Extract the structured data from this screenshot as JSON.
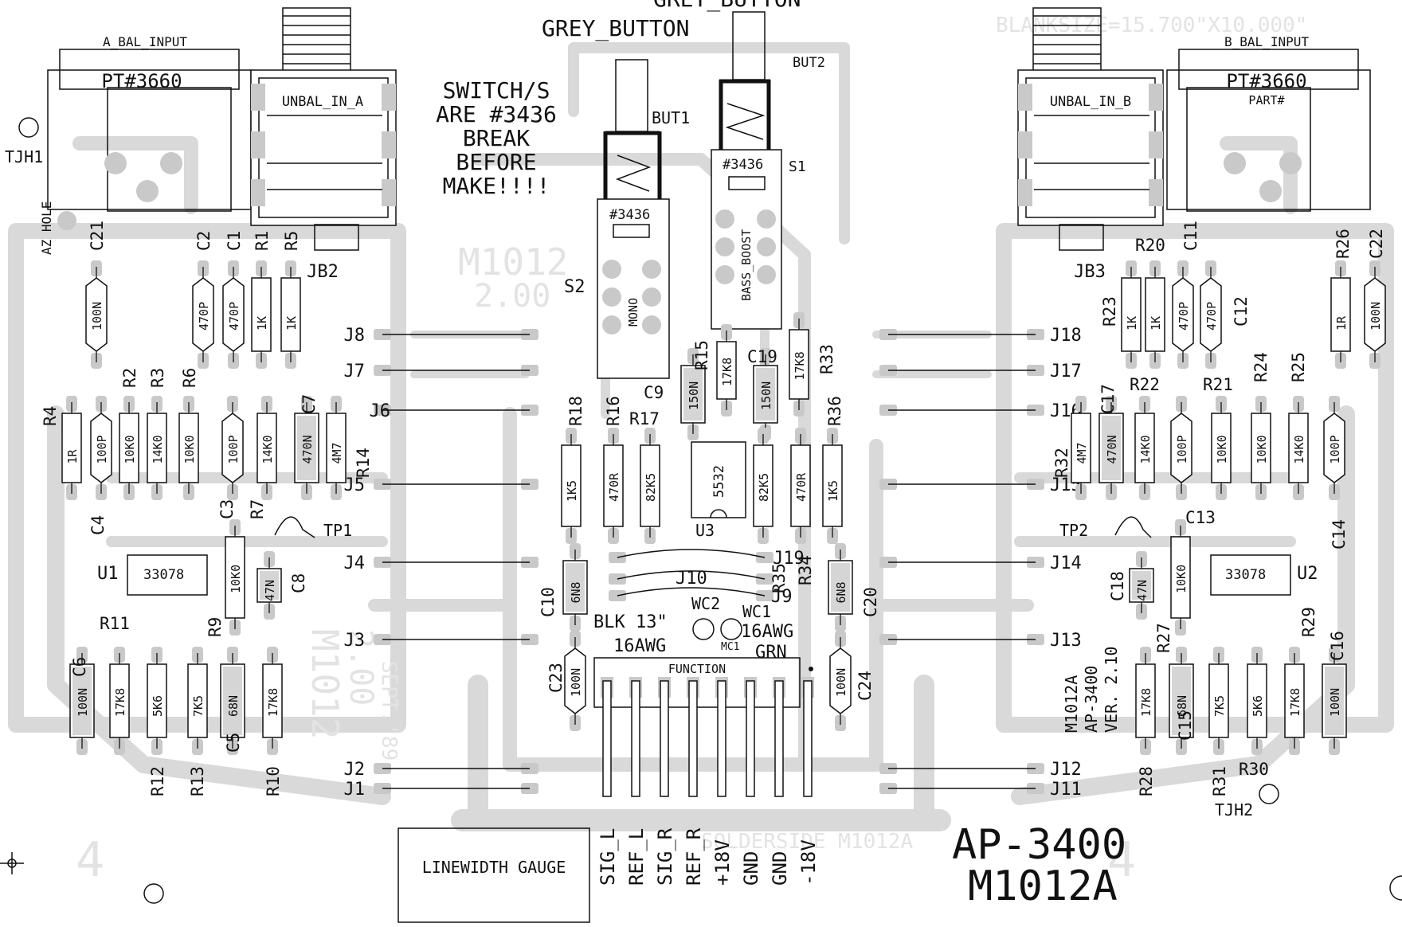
{
  "header": {
    "grey_button_top": "GREY_BUTTON",
    "grey_button": "GREY_BUTTON",
    "blank_size": "BLANKSIZE=15.700\"X10.000\""
  },
  "notes": {
    "switch_lines": [
      "SWITCH/S",
      "ARE #3436",
      "BREAK",
      "BEFORE",
      "MAKE!!!!"
    ],
    "wire_black": [
      "BLK 13\"",
      "16AWG"
    ],
    "wire_green": [
      "16AWG",
      "GRN"
    ],
    "revision": [
      "M1012A",
      "AP-3400",
      "VER. 2.10"
    ],
    "ghost_left": [
      "M1012",
      "2.00"
    ],
    "ghost_left_low": [
      "M1012",
      "2.00"
    ],
    "ghost_date": "SEPT.'89",
    "ghost_solderside": "SOLDERSIDE M1012A",
    "ghost_corner": "4"
  },
  "title": {
    "model": "AP-3400",
    "board": "M1012A"
  },
  "gauge": "LINEWIDTH GAUGE",
  "header_pins": {
    "label": "FUNCTION",
    "pins": [
      "SIG_L",
      "REF_L",
      "SIG_R",
      "REF_R",
      "+18V",
      "GND",
      "GND",
      "-18V"
    ]
  },
  "connectors": {
    "a_bal": "A_BAL_INPUT",
    "b_bal": "B_BAL_INPUT",
    "pt_a": "PT#3660",
    "pt_b": "PT#3660",
    "part_b": "PART#",
    "unbal_a": "UNBAL_IN_A",
    "unbal_b": "UNBAL_IN_B",
    "jb2": "JB2",
    "jb3": "JB3",
    "tjh1": "TJH1",
    "tjh2": "TJH2",
    "az_hole": "AZ HOLE"
  },
  "switches": {
    "s1_part": "#3436",
    "s1_name": "BASS_BOOST",
    "s1": "S1",
    "s2_part": "#3436",
    "s2_name": "MONO",
    "s2": "S2",
    "but1": "BUT1",
    "but2": "BUT2"
  },
  "ics": {
    "u1": "U1",
    "u1_part": "33078",
    "u2": "U2",
    "u2_part": "33078",
    "u3": "U3",
    "u3_part": "5532"
  },
  "test_points": {
    "tp1": "TP1",
    "tp2": "TP2"
  },
  "wire_caps": {
    "wc1": "WC1",
    "wc2": "WC2",
    "mc": "MC1"
  },
  "jumpers_left": [
    "J8",
    "J7",
    "J6",
    "J5",
    "J4",
    "J3",
    "J2",
    "J1"
  ],
  "jumpers_right": [
    "J18",
    "J17",
    "J16",
    "J15",
    "J14",
    "J13",
    "J12",
    "J11"
  ],
  "jumpers_center": [
    "J19",
    "J10",
    "J9"
  ],
  "parts_left_top": [
    {
      "ref": "C21",
      "val": "100N"
    },
    {
      "ref": "C2",
      "val": "470P"
    },
    {
      "ref": "C1",
      "val": "470P"
    },
    {
      "ref": "R1",
      "val": "1K"
    },
    {
      "ref": "R5",
      "val": "1K"
    }
  ],
  "parts_left_mid": [
    {
      "ref": "R4",
      "val": "1R"
    },
    {
      "ref": "C4",
      "val": "100P"
    },
    {
      "ref": "R2",
      "val": "10K0"
    },
    {
      "ref": "R3",
      "val": "14K0"
    },
    {
      "ref": "R6",
      "val": "10K0"
    },
    {
      "ref": "C3",
      "val": "100P"
    },
    {
      "ref": "R7",
      "val": "14K0"
    },
    {
      "ref": "C7",
      "val": "470N"
    },
    {
      "ref": "R14",
      "val": "4M7"
    }
  ],
  "parts_left_low": [
    {
      "ref": "R9",
      "val": "10K0"
    },
    {
      "ref": "C8",
      "val": "47N"
    }
  ],
  "parts_left_bottom": [
    {
      "ref": "C6",
      "val": "100N"
    },
    {
      "ref": "R12",
      "val": "17K8"
    },
    {
      "ref": "R13",
      "val": "5K6"
    },
    {
      "ref": "R11",
      "val": "7K5"
    },
    {
      "ref": "C5",
      "val": "68N"
    },
    {
      "ref": "R10",
      "val": "17K8"
    }
  ],
  "parts_center": [
    {
      "ref": "R18",
      "val": "1K5"
    },
    {
      "ref": "R16",
      "val": "470R"
    },
    {
      "ref": "R17",
      "val": "82K5"
    },
    {
      "ref": "C9",
      "val": "150N"
    },
    {
      "ref": "R15",
      "val": "17K8"
    },
    {
      "ref": "C19",
      "val": "150N"
    },
    {
      "ref": "R33",
      "val": "17K8"
    },
    {
      "ref": "R35",
      "val": "82K5"
    },
    {
      "ref": "R34",
      "val": "470R"
    },
    {
      "ref": "R36",
      "val": "1K5"
    },
    {
      "ref": "C10",
      "val": "6N8"
    },
    {
      "ref": "C20",
      "val": "6N8"
    },
    {
      "ref": "C23",
      "val": "100N"
    },
    {
      "ref": "C24",
      "val": "100N"
    }
  ],
  "parts_right_top": [
    {
      "ref": "R23",
      "val": "1K"
    },
    {
      "ref": "R20",
      "val": "1K"
    },
    {
      "ref": "C11",
      "val": "470P"
    },
    {
      "ref": "C12",
      "val": "470P"
    },
    {
      "ref": "R26",
      "val": "1R"
    },
    {
      "ref": "C22",
      "val": "100N"
    }
  ],
  "parts_right_mid": [
    {
      "ref": "R32",
      "val": "4M7"
    },
    {
      "ref": "C17",
      "val": "470N"
    },
    {
      "ref": "R22",
      "val": "14K0"
    },
    {
      "ref": "R21",
      "val": "100P"
    },
    {
      "ref": "R24",
      "val": "10K0"
    },
    {
      "ref": "R25",
      "val": "10K0"
    },
    {
      "ref": "C14",
      "val": "14K0"
    },
    {
      "ref": "C13",
      "val": "100P"
    }
  ],
  "parts_right_low": [
    {
      "ref": "C18",
      "val": "47N"
    },
    {
      "ref": "R27",
      "val": "10K0"
    }
  ],
  "parts_right_bottom": [
    {
      "ref": "R28",
      "val": "17K8"
    },
    {
      "ref": "C15",
      "val": "68N"
    },
    {
      "ref": "R31",
      "val": "7K5"
    },
    {
      "ref": "R30",
      "val": "5K6"
    },
    {
      "ref": "R29",
      "val": "17K8"
    },
    {
      "ref": "C16",
      "val": "100N"
    }
  ]
}
